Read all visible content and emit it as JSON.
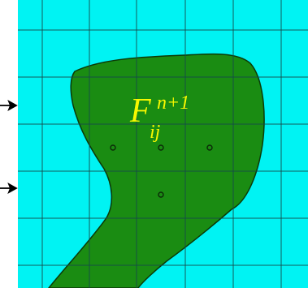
{
  "colors": {
    "background": "#00f3f3",
    "region_fill": "#1a8c12",
    "region_stroke": "#0b3a08",
    "grid": "#154a4a",
    "label": "#f8f800",
    "marker": "#0b2a08",
    "arrow": "#000000"
  },
  "label": {
    "symbol": "F",
    "subscript": "ij",
    "superscript": "n+1"
  },
  "markers": {
    "shape": "small-open-circle",
    "count": 4
  },
  "arrows": {
    "count": 2,
    "direction": "right"
  }
}
